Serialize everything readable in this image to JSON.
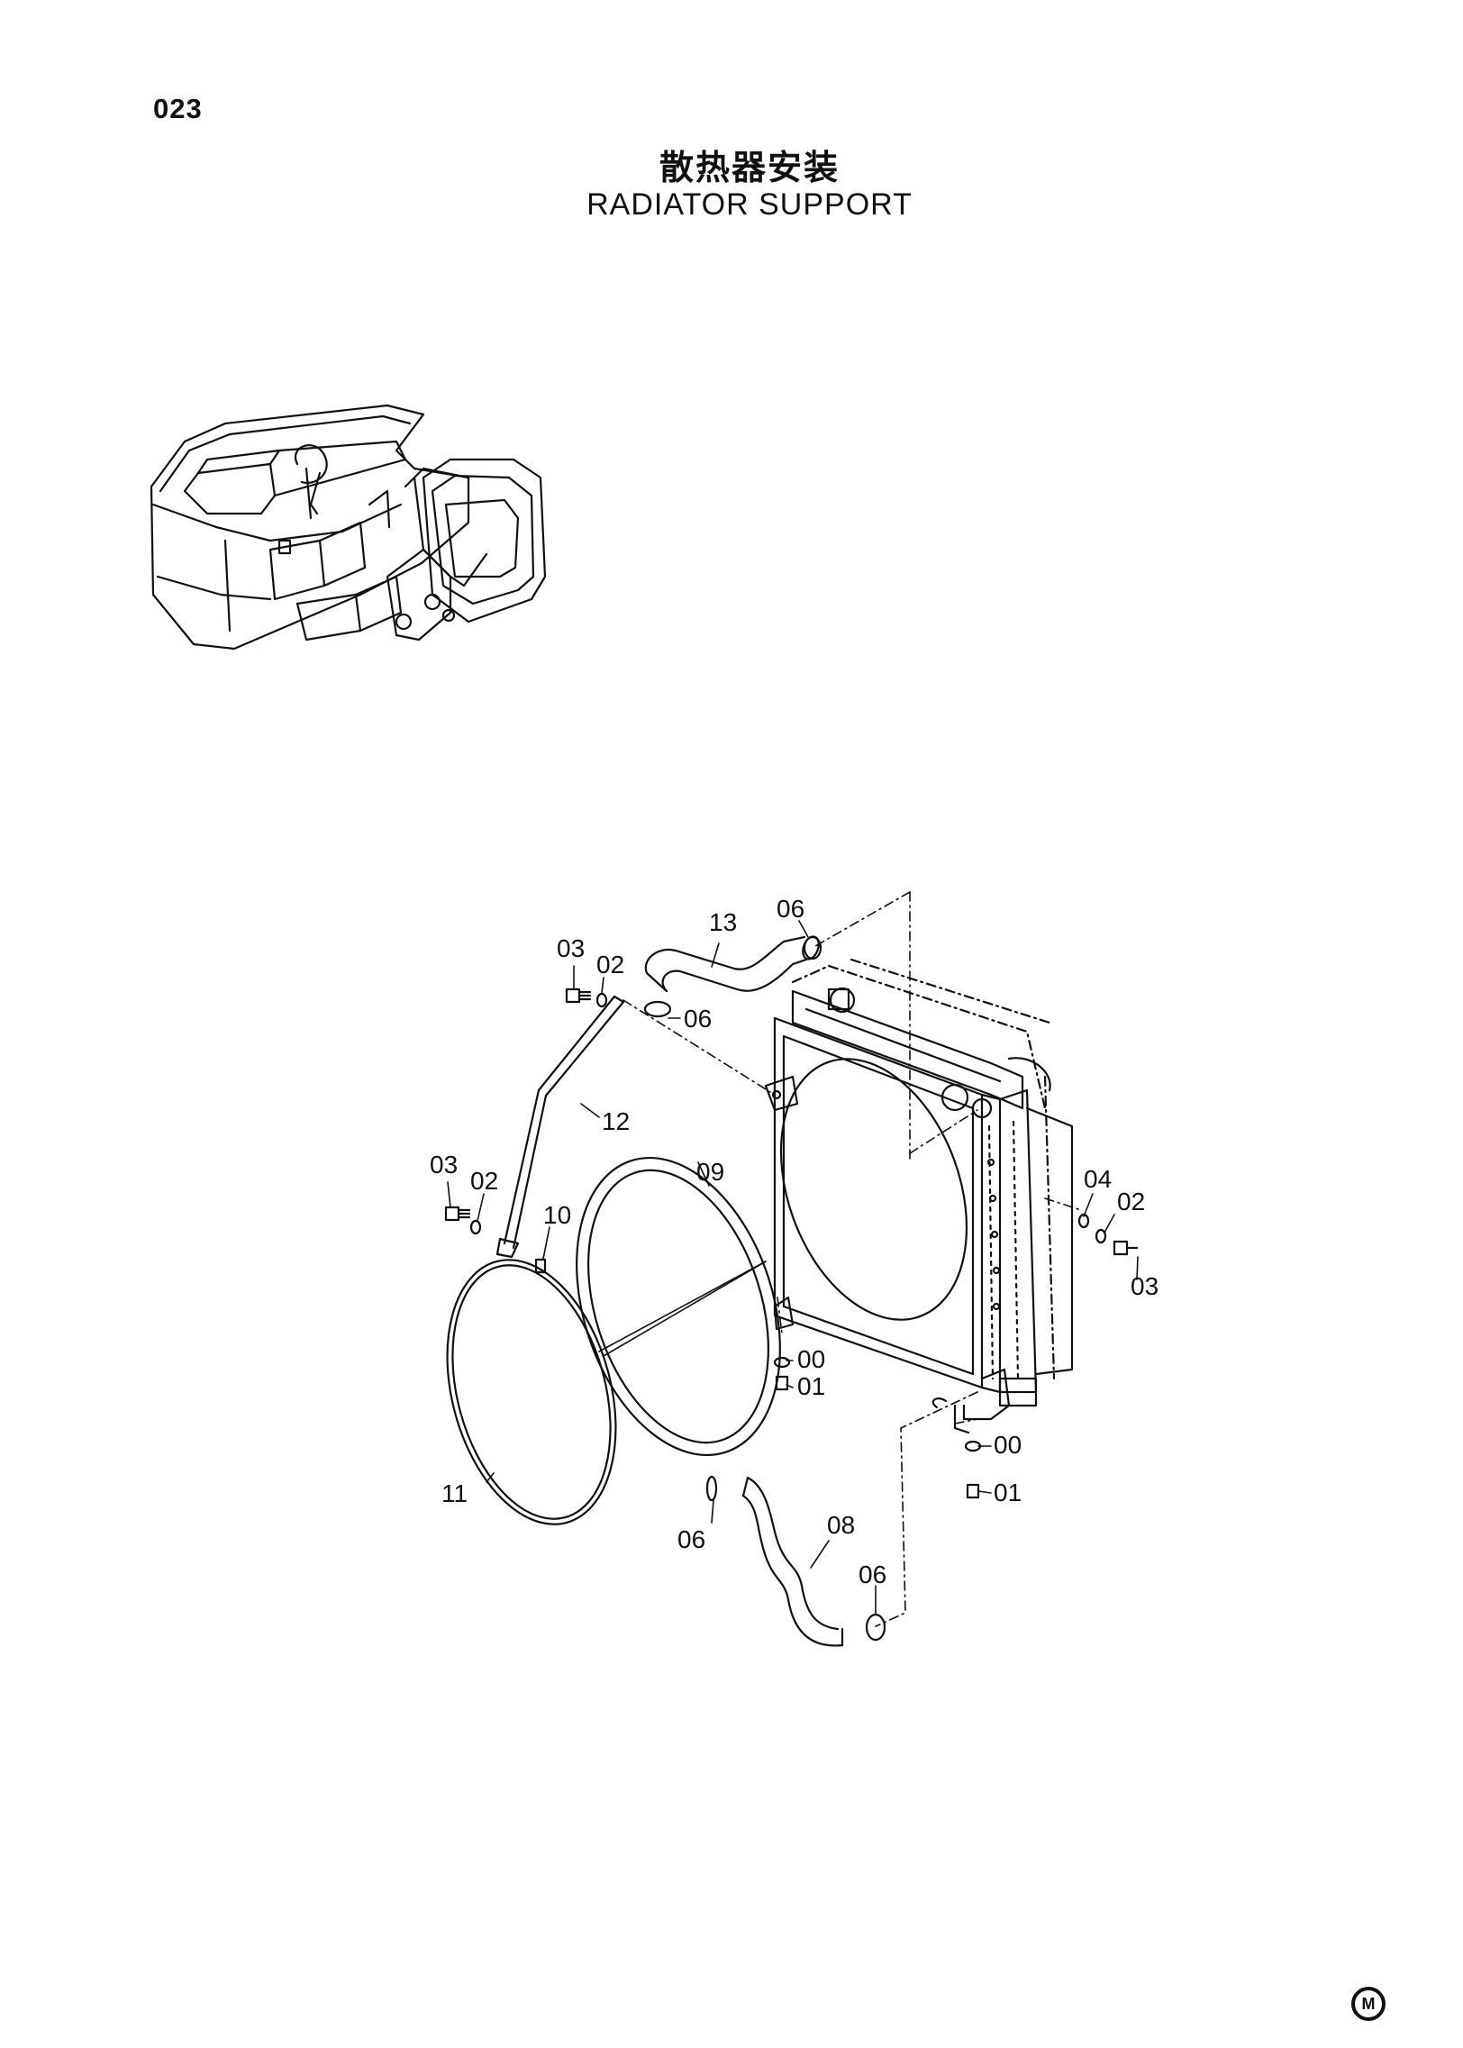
{
  "page": {
    "number": "023",
    "title_cn": "散热器安装",
    "title_en": "RADIATOR SUPPORT",
    "mark": "M"
  },
  "callouts": {
    "c13": "13",
    "c06_top": "06",
    "c03_top": "03",
    "c02_top": "02",
    "c06_mid": "06",
    "c12": "12",
    "c03_left": "03",
    "c02_left": "02",
    "c10": "10",
    "c09": "09",
    "c04": "04",
    "c02_right": "02",
    "c03_right": "03",
    "c00_a": "00",
    "c01_a": "01",
    "c00_b": "00",
    "c01_b": "01",
    "c11": "11",
    "c06_low": "06",
    "c08": "08",
    "c06_bottom": "06"
  }
}
